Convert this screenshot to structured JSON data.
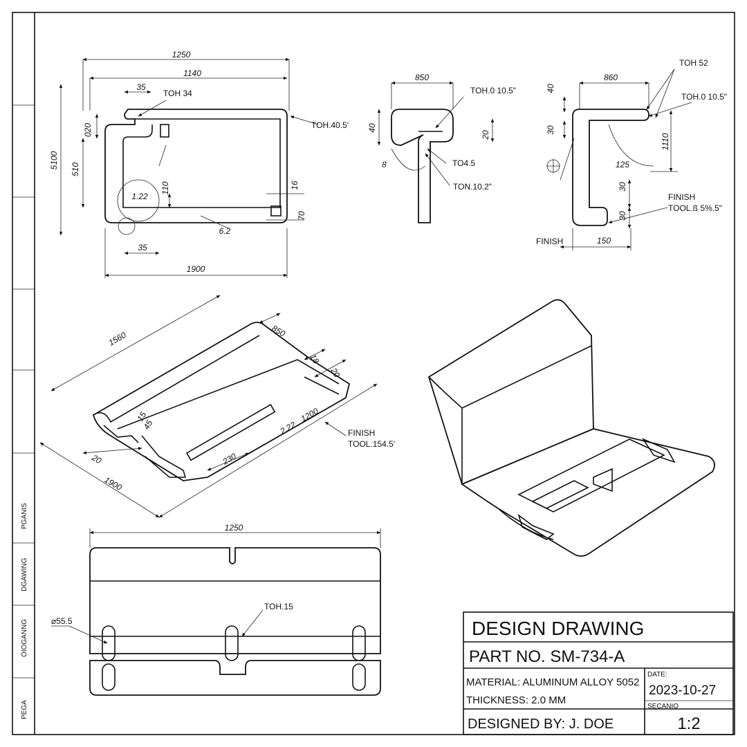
{
  "side_labels": [
    "PGANIS",
    "DGAWING",
    "OIOGANNG",
    "PEGA"
  ],
  "view_top_left": {
    "dims": [
      "1250",
      "1140",
      "35",
      "TOH 34",
      "020",
      "5100",
      "510",
      "TOH.40.5'",
      "110",
      "16",
      "70",
      "6.2",
      "35",
      "1900",
      "1.22"
    ]
  },
  "view_top_mid": {
    "dims": [
      "850",
      "TOH.0 10.5\"",
      "40",
      "20",
      "TO4.5",
      "TON.10.2\"",
      "8"
    ]
  },
  "view_top_right": {
    "dims": [
      "TOH 52",
      "860",
      "40",
      "TOH.0 10.5\"",
      "30",
      "1110",
      "125",
      "30",
      "30",
      "150"
    ],
    "finish_left": "FINISH",
    "finish_right_1": "FINISH",
    "finish_right_2": "TOOL.ß 5%.5\""
  },
  "view_iso_left": {
    "dims": [
      "1560",
      "850",
      "18",
      "20",
      "2.22",
      "1200",
      "230",
      "20",
      "1900",
      "15",
      "45"
    ],
    "finish_1": "FINISH",
    "finish_2": "TOOL.154.5'"
  },
  "view_bottom": {
    "dims": [
      "1250",
      "TOH.15",
      "⌀55.5"
    ]
  },
  "title_block": {
    "title": "DESIGN DRAWING",
    "part_no": "PART NO. SM-734-A",
    "material": "MATERIAL: ALUMINUM ALLOY 5052",
    "thickness": "THICKNESS: 2.0 MM",
    "date_label": "DATE:",
    "date": "2023-10-27",
    "scale_label": "SECANIO",
    "scale": "1:2",
    "designed_by": "DESIGNED BY:  J. DOE"
  }
}
